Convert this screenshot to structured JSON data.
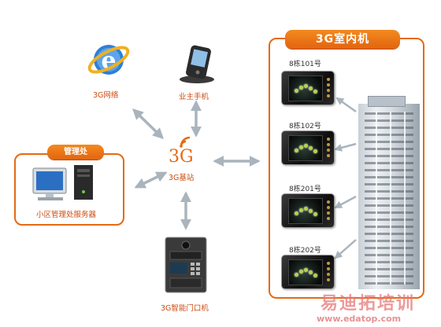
{
  "base_station": {
    "name": "3G",
    "label": "3G基站"
  },
  "internet": {
    "label": "3G网络"
  },
  "mobile": {
    "label": "业主手机"
  },
  "door_unit": {
    "label": "3G智能门口机"
  },
  "management": {
    "title": "管理处",
    "server_label": "小区管理处服务器"
  },
  "indoor": {
    "title": "3G室内机",
    "units": [
      {
        "label": "8栋101号"
      },
      {
        "label": "8栋102号"
      },
      {
        "label": "8栋201号"
      },
      {
        "label": "8栋202号"
      }
    ]
  },
  "watermark": {
    "text": "易迪拓培训",
    "url": "www.edatop.com"
  },
  "colors": {
    "accent": "#e46a13",
    "arrow": "#a9b4bd",
    "text": "#cc4b10"
  }
}
